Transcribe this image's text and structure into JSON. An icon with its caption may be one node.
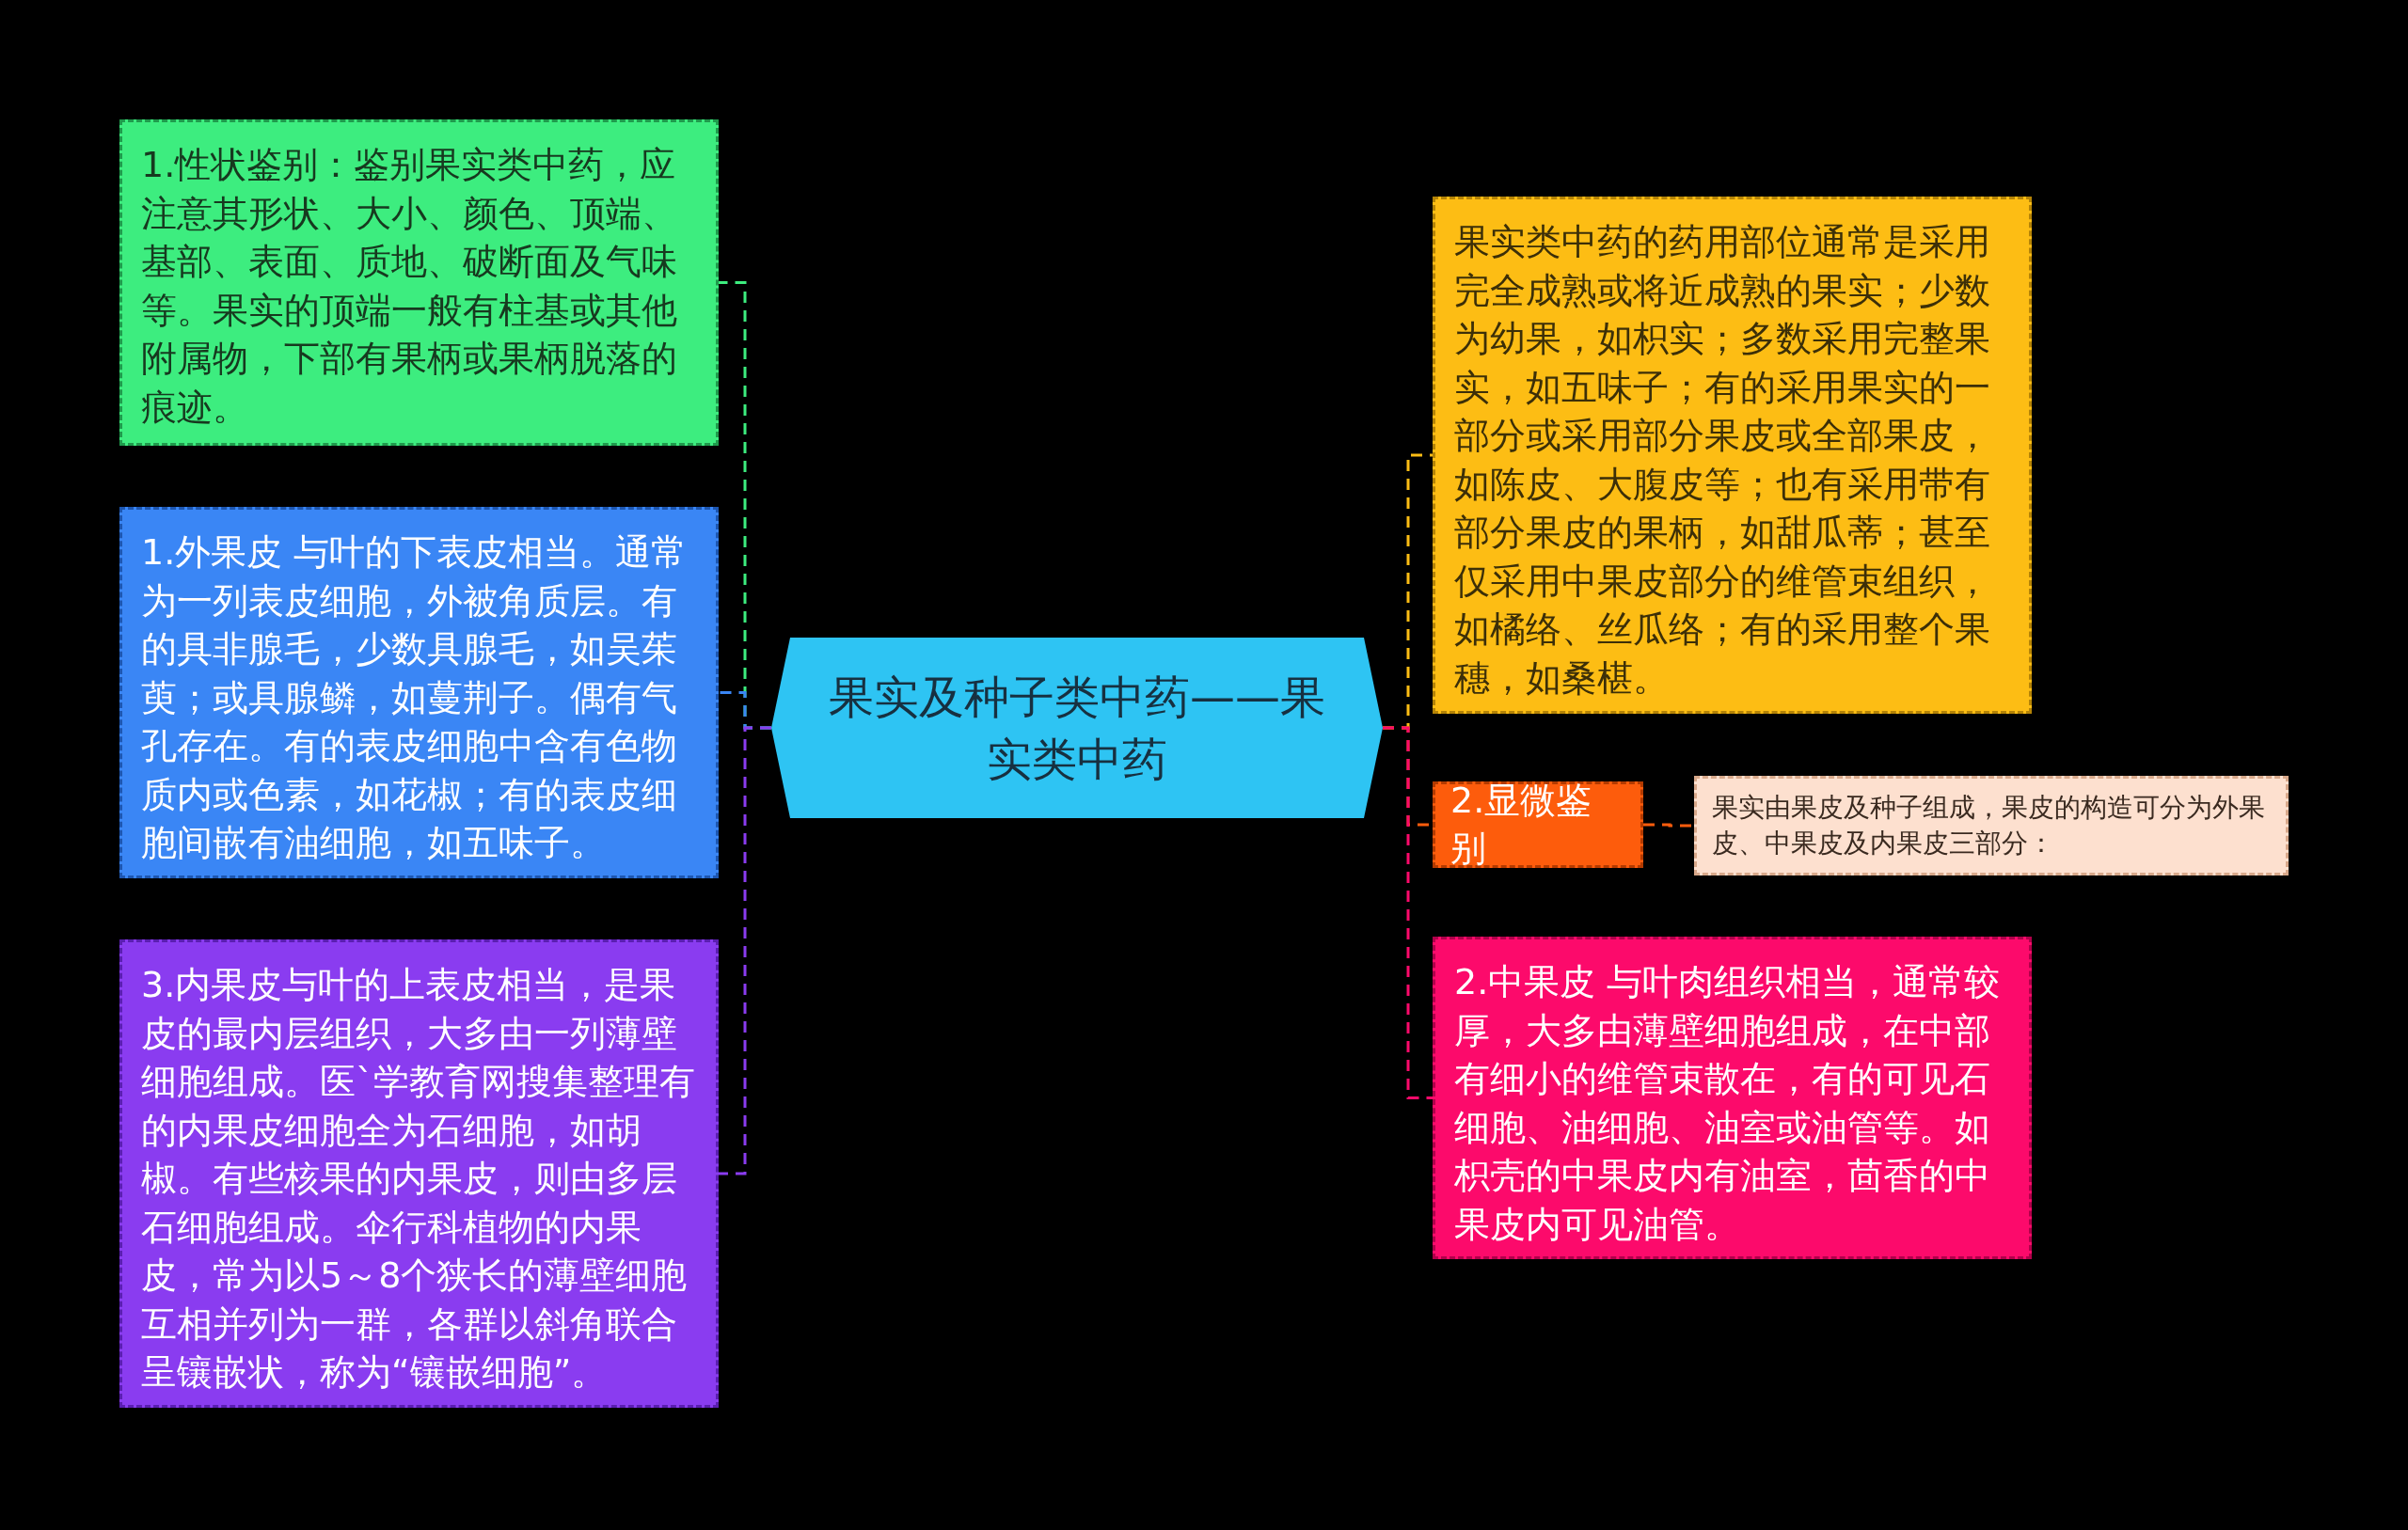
{
  "diagram": {
    "nodes": [
      {
        "text": [
          "果实及种子类中药——果实类中药"
        ]
      },
      {
        "text": [
          "1.性状鉴别：鉴别果实类中药，应注意其形状、大小、颜色、顶端、基部、表面、质地、破断面及气味等。果实的顶端一般有柱基或其他附属物，下部有果柄或果柄脱落的痕迹。"
        ]
      },
      {
        "text": [
          "1.外果皮 与叶的下表皮相当。通常为一列表皮细胞，外被角质层。有的具非腺毛，少数具腺毛，如吴茱萸；或具腺鳞，如蔓荆子。偶有气孔存在。有的表皮细胞中含有色物质内或色素，如花椒；有的表皮细胞间嵌有油细胞，如五味子。"
        ]
      },
      {
        "text": [
          "3.内果皮与叶的上表皮相当，是果皮的最内层组织，大多由一列薄壁细胞组成。医`学教育网搜集整理有的内果皮细胞全为石细胞，如胡椒。有些核果的内果皮，则由多层石细胞组成。伞行科植物的内果皮，常为以5～8个狭长的薄壁细胞互相并列为一群，各群以斜角联合呈镶嵌状，称为“镶嵌细胞”。"
        ]
      },
      {
        "text": [
          "果实类中药的药用部位通常是采用完全成熟或将近成熟的果实；少数为幼果，如枳实；多数采用完整果实，如五味子；有的采用果实的一部分或采用部分果皮或全部果皮，如陈皮、大腹皮等；也有采用带有部分果皮的果柄，如甜瓜蒂；甚至仅采用中果皮部分的维管束组织，如橘络、丝瓜络；有的采用整个果穗，如桑椹。"
        ]
      },
      {
        "text": [
          "2.显微鉴别"
        ]
      },
      {
        "text": [
          "果实由果皮及种子组成，果皮的构造可分为外果皮、中果皮及内果皮三部分："
        ]
      },
      {
        "text": [
          "2.中果皮 与叶肉组织相当，通常较厚，大多由薄壁细胞组成，在中部有细小的维管束散在，有的可见石细胞、油细胞、油室或油管等。如枳壳的中果皮内有油室，茴香的中果皮内可见油管。"
        ]
      }
    ],
    "edges": [
      {
        "from": 0,
        "to": 1,
        "arrow": "none",
        "style": "dashed",
        "color": "#3ded7f"
      },
      {
        "from": 0,
        "to": 2,
        "arrow": "none",
        "style": "dashed",
        "color": "#3a86f5"
      },
      {
        "from": 0,
        "to": 3,
        "arrow": "none",
        "style": "dashed",
        "color": "#8a3cf0"
      },
      {
        "from": 0,
        "to": 4,
        "arrow": "none",
        "style": "dashed",
        "color": "#fdbd14"
      },
      {
        "from": 0,
        "to": 5,
        "arrow": "none",
        "style": "dashed",
        "color": "#fd5c0c"
      },
      {
        "from": 0,
        "to": 7,
        "arrow": "none",
        "style": "dashed",
        "color": "#fc0a6b"
      },
      {
        "from": 5,
        "to": 6,
        "arrow": "none",
        "style": "dashed",
        "color": "#fd5c0c"
      }
    ]
  }
}
